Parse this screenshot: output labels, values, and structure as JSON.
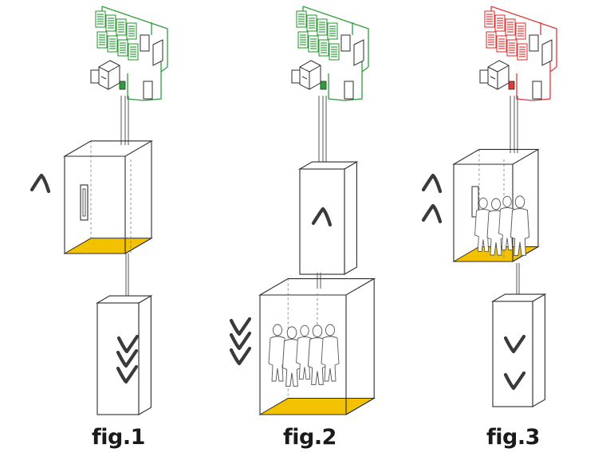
{
  "figures": [
    {
      "caption": "fig.1",
      "panel_status": "green",
      "car_floor": "upper",
      "passengers": 0,
      "up_arrows": 1,
      "down_arrows": 3
    },
    {
      "caption": "fig.2",
      "panel_status": "green",
      "car_floor": "lower",
      "passengers": 5,
      "up_arrows": 1,
      "down_arrows": 3
    },
    {
      "caption": "fig.3",
      "panel_status": "red",
      "car_floor": "upper",
      "passengers": 4,
      "up_arrows": 2,
      "down_arrows": 2
    }
  ],
  "colors": {
    "green": "#2e9e3a",
    "red": "#e03a3a",
    "floor": "#f2c200",
    "line": "#2b2b2b",
    "arrow": "#3a3a3a"
  }
}
